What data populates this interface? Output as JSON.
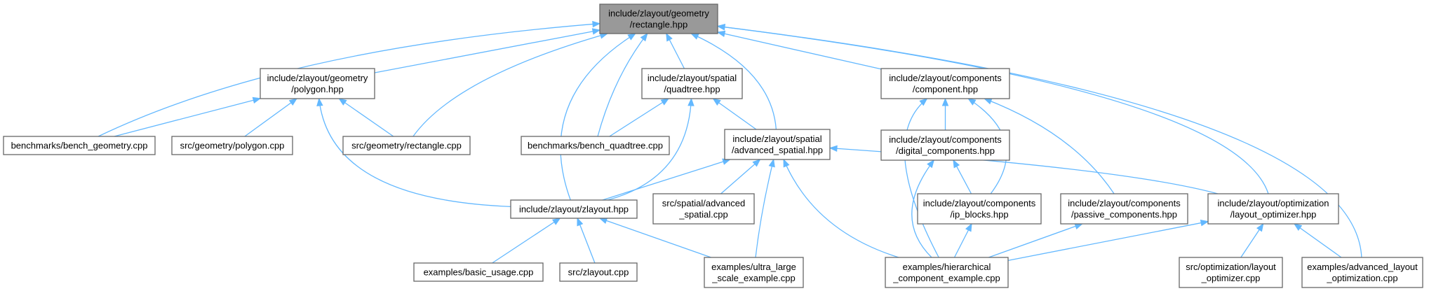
{
  "colors": {
    "edge": "#63b8ff",
    "node_border": "#666666",
    "root_fill": "#999999"
  },
  "nodes": {
    "rect": {
      "lines": [
        "include/zlayout/geometry",
        "/rectangle.hpp"
      ],
      "root": true
    },
    "poly": {
      "lines": [
        "include/zlayout/geometry",
        "/polygon.hpp"
      ]
    },
    "qt": {
      "lines": [
        "include/zlayout/spatial",
        "/quadtree.hpp"
      ]
    },
    "comp": {
      "lines": [
        "include/zlayout/components",
        "/component.hpp"
      ]
    },
    "bg": {
      "lines": [
        "benchmarks/bench_geometry.cpp"
      ]
    },
    "pc": {
      "lines": [
        "src/geometry/polygon.cpp"
      ]
    },
    "rc": {
      "lines": [
        "src/geometry/rectangle.cpp"
      ]
    },
    "bq": {
      "lines": [
        "benchmarks/bench_quadtree.cpp"
      ]
    },
    "as": {
      "lines": [
        "include/zlayout/spatial",
        "/advanced_spatial.hpp"
      ]
    },
    "dc": {
      "lines": [
        "include/zlayout/components",
        "/digital_components.hpp"
      ]
    },
    "zl": {
      "lines": [
        "include/zlayout/zlayout.hpp"
      ]
    },
    "sas": {
      "lines": [
        "src/spatial/advanced",
        "_spatial.cpp"
      ]
    },
    "ip": {
      "lines": [
        "include/zlayout/components",
        "/ip_blocks.hpp"
      ]
    },
    "pcomp": {
      "lines": [
        "include/zlayout/components",
        "/passive_components.hpp"
      ]
    },
    "lo": {
      "lines": [
        "include/zlayout/optimization",
        "/layout_optimizer.hpp"
      ]
    },
    "bu": {
      "lines": [
        "examples/basic_usage.cpp"
      ]
    },
    "zc": {
      "lines": [
        "src/zlayout.cpp"
      ]
    },
    "ul": {
      "lines": [
        "examples/ultra_large",
        "_scale_example.cpp"
      ]
    },
    "hc": {
      "lines": [
        "examples/hierarchical",
        "_component_example.cpp"
      ]
    },
    "lopt": {
      "lines": [
        "src/optimization/layout",
        "_optimizer.cpp"
      ]
    },
    "al": {
      "lines": [
        "examples/advanced_layout",
        "_optimization.cpp"
      ]
    }
  },
  "edges": [
    [
      "poly",
      "rect"
    ],
    [
      "qt",
      "rect"
    ],
    [
      "comp",
      "rect"
    ],
    [
      "bg",
      "rect"
    ],
    [
      "rc",
      "rect"
    ],
    [
      "bq",
      "rect"
    ],
    [
      "as",
      "rect"
    ],
    [
      "zl",
      "rect"
    ],
    [
      "lo",
      "rect"
    ],
    [
      "al",
      "rect"
    ],
    [
      "bg",
      "poly"
    ],
    [
      "pc",
      "poly"
    ],
    [
      "rc",
      "poly"
    ],
    [
      "zl",
      "poly"
    ],
    [
      "bq",
      "qt"
    ],
    [
      "as",
      "qt"
    ],
    [
      "zl",
      "qt"
    ],
    [
      "zl",
      "as"
    ],
    [
      "sas",
      "as"
    ],
    [
      "ul",
      "as"
    ],
    [
      "hc",
      "as"
    ],
    [
      "lo",
      "as"
    ],
    [
      "dc",
      "comp"
    ],
    [
      "ip",
      "comp"
    ],
    [
      "pcomp",
      "comp"
    ],
    [
      "hc",
      "comp"
    ],
    [
      "ip",
      "dc"
    ],
    [
      "hc",
      "dc"
    ],
    [
      "hc",
      "ip"
    ],
    [
      "hc",
      "pcomp"
    ],
    [
      "hc",
      "lo"
    ],
    [
      "lopt",
      "lo"
    ],
    [
      "al",
      "lo"
    ],
    [
      "bu",
      "zl"
    ],
    [
      "zc",
      "zl"
    ],
    [
      "ul",
      "zl"
    ]
  ]
}
